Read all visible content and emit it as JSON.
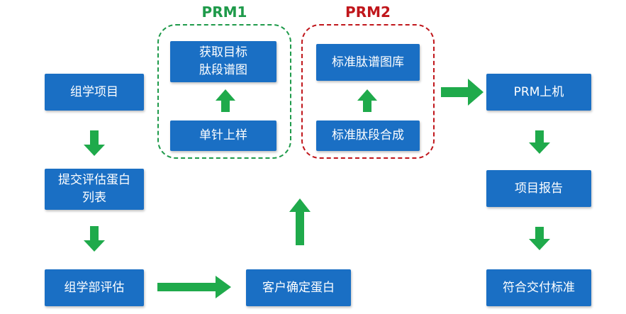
{
  "colors": {
    "box": "#1a6fc4",
    "arrow": "#1faa4b",
    "prm1": "#1e9a4a",
    "prm2": "#c0161b"
  },
  "groups": {
    "prm1": {
      "title": "PRM1"
    },
    "prm2": {
      "title": "PRM2"
    }
  },
  "boxes": {
    "zuxue_project": "组学项目",
    "submit_list": "提交评估蛋白\n列表",
    "zuxue_eval": "组学部评估",
    "client_confirm": "客户确定蛋白",
    "single_needle": "单针上样",
    "target_spectrum": "获取目标\n肽段谱图",
    "peptide_synthesis": "标准肽段合成",
    "spectral_library": "标准肽谱图库",
    "prm_onboard": "PRM上机",
    "project_report": "项目报告",
    "delivery_standard": "符合交付标准"
  }
}
